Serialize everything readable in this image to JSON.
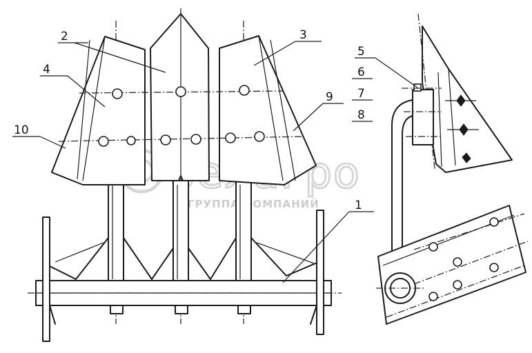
{
  "callouts": [
    {
      "id": "c2",
      "text": "2"
    },
    {
      "id": "c3",
      "text": "3"
    },
    {
      "id": "c4",
      "text": "4"
    },
    {
      "id": "c10",
      "text": "10"
    },
    {
      "id": "c9",
      "text": "9"
    },
    {
      "id": "c1",
      "text": "1"
    },
    {
      "id": "c5",
      "text": "5"
    },
    {
      "id": "c6",
      "text": "6"
    },
    {
      "id": "c7",
      "text": "7"
    },
    {
      "id": "c8",
      "text": "8"
    }
  ],
  "watermark": {
    "brand": "белагро",
    "subtitle": "ГРУППА КОМПАНИЙ"
  }
}
